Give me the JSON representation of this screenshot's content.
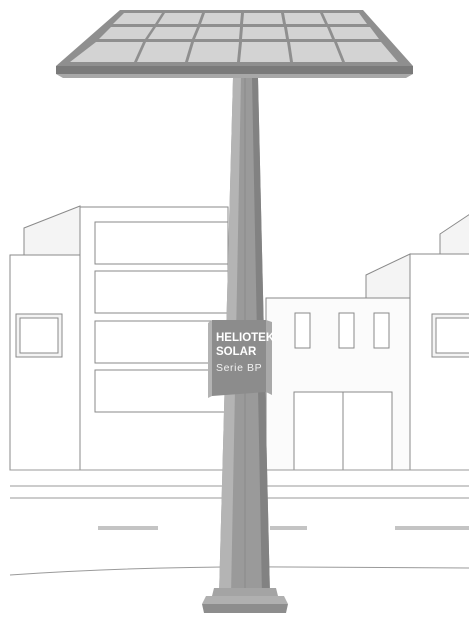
{
  "product": {
    "brand_line1": "HELIOTEK",
    "brand_line2": "SOLAR",
    "series": "Serie BP"
  },
  "colors": {
    "background": "#ffffff",
    "outline": "#6f6f6f",
    "pole": "#9a9a9a",
    "pole_shade": "#7c7c7c",
    "panel_cell": "#cfcfcf",
    "panel_frame": "#8f8f8f",
    "cabinet_front": "#8c8c8c",
    "cabinet_side": "#b3b3b3",
    "road_mark": "#c4c4c4"
  },
  "icons": [
    "solar-panel-icon",
    "street-light-pole-icon",
    "battery-cabinet-icon",
    "building-icon"
  ]
}
